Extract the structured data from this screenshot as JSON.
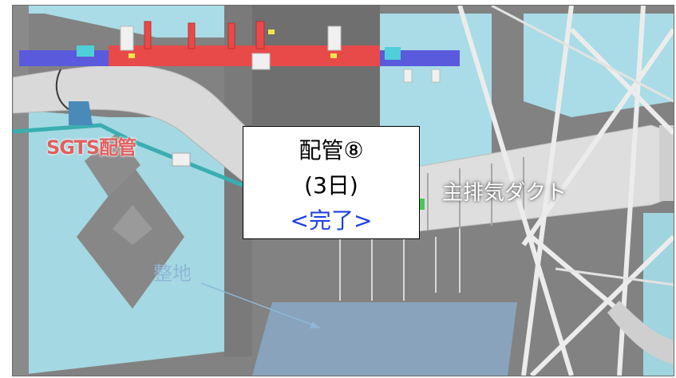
{
  "labels": {
    "pipe_label": "SGTS配管",
    "duct_label": "主排気ダクト",
    "grading_label": "整地"
  },
  "callout": {
    "line1": "配管⑧",
    "line2": "(3日)",
    "line3": "<完了>"
  },
  "colors": {
    "pipe_label": "#e06060",
    "duct_label": "#ffffff",
    "grading_label": "#8fb6d8",
    "status": "#1f3fe0",
    "beam_red": "#e84a4a",
    "beam_blue": "#5a5adc",
    "sky": "#a6dbe6"
  }
}
